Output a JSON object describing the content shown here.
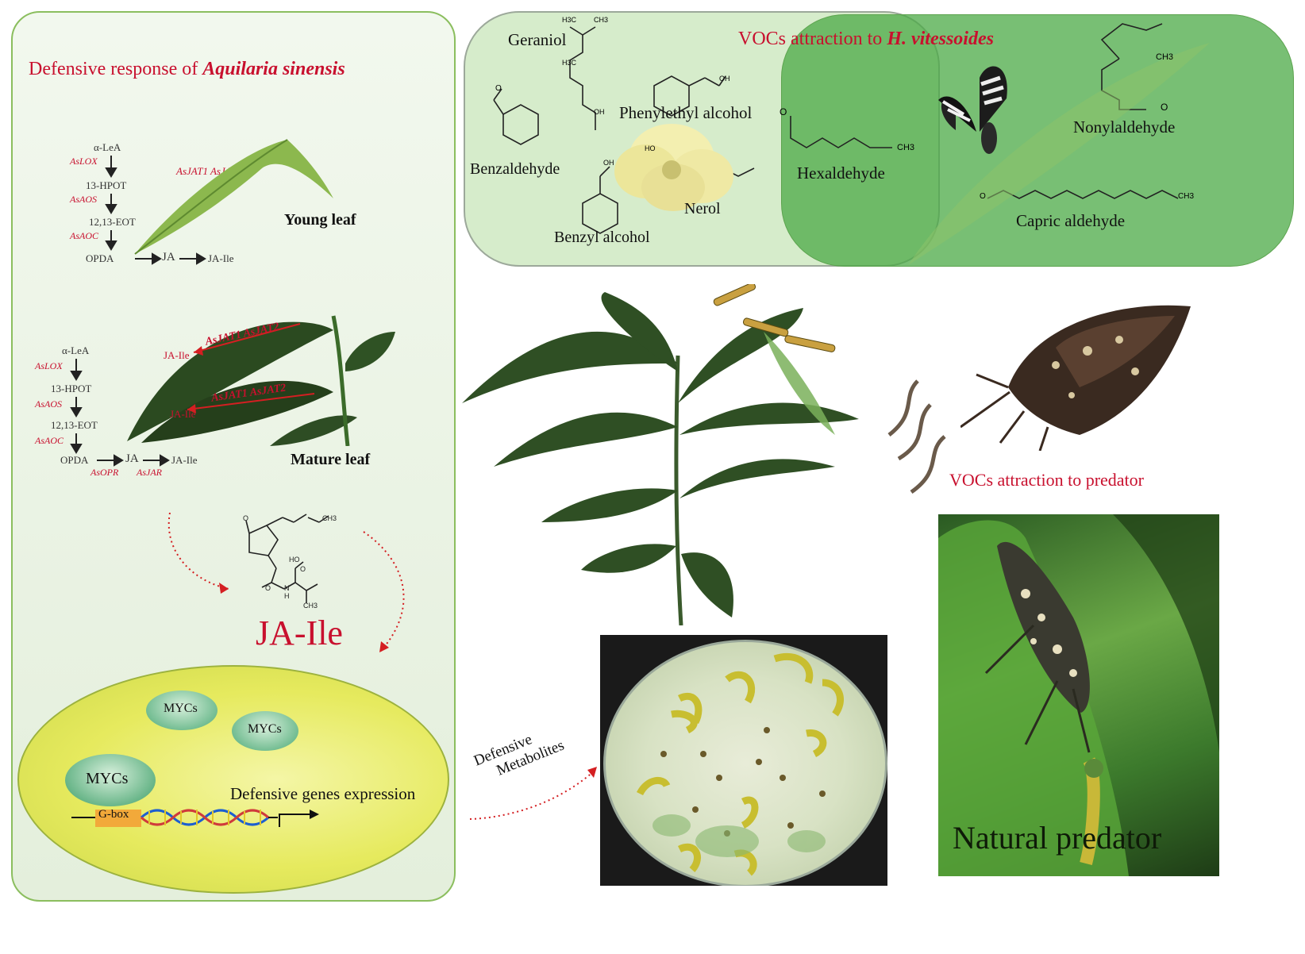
{
  "left_panel": {
    "title_prefix": "Defensive response of ",
    "title_species": "Aquilaria sinensis",
    "young_pathway": {
      "steps": [
        "α-LeA",
        "13-HPOT",
        "12,13-EOT",
        "OPDA",
        "JA",
        "JA-Ile"
      ],
      "enzymes": [
        "AsLOX",
        "AsAOS",
        "AsAOC"
      ],
      "leaf_genes": "AsJAT1 AsJAT2",
      "leaf_label": "Young leaf"
    },
    "mature_pathway": {
      "steps": [
        "α-LeA",
        "13-HPOT",
        "12,13-EOT",
        "OPDA",
        "JA",
        "JA-Ile"
      ],
      "enzymes": [
        "AsLOX",
        "AsAOS",
        "AsAOC",
        "AsOPR",
        "AsJAR"
      ],
      "leaf_genes_top": "AsJAT1 AsJAT2",
      "leaf_genes_bottom": "AsJAT1 AsJAT2",
      "leaf_ja_top": "JA-Ile",
      "leaf_ja_bottom": "JA-Ile",
      "leaf_label": "Mature leaf"
    },
    "ja_ile_label": "JA-Ile",
    "molecule_atoms": [
      "O",
      "HO",
      "O",
      "N",
      "H",
      "O",
      "CH3",
      "CH3"
    ],
    "nucleus": {
      "mycs": [
        "MYCs",
        "MYCs",
        "MYCs"
      ],
      "gbox": "G-box",
      "expression": "Defensive genes expression"
    }
  },
  "vocs_panel": {
    "title_prefix": "VOCs attraction to ",
    "title_species": "H. vitessoides",
    "compounds": [
      "Geraniol",
      "Phenylethyl alcohol",
      "Benzaldehyde",
      "Benzyl alcohol",
      "Nerol",
      "Hexaldehyde",
      "Nonylaldehyde",
      "Capric aldehyde"
    ],
    "atoms": [
      "H3C",
      "CH3",
      "H3C",
      "OH",
      "O",
      "OH",
      "OH",
      "HO",
      "O",
      "CH3",
      "CH3",
      "O",
      "O",
      "CH3"
    ]
  },
  "predator_attraction_label": "VOCs attraction  to  predator",
  "metabolites_label": [
    "Defensive",
    "Metabolites"
  ],
  "natural_predator_label": "Natural predator",
  "colors": {
    "accent_red": "#c8102e",
    "panel_green": "#e8f2e2",
    "panel_border": "#8bbe5e",
    "nucleus_yellow": "#eef07a",
    "myc_green": "#3aa56a"
  }
}
